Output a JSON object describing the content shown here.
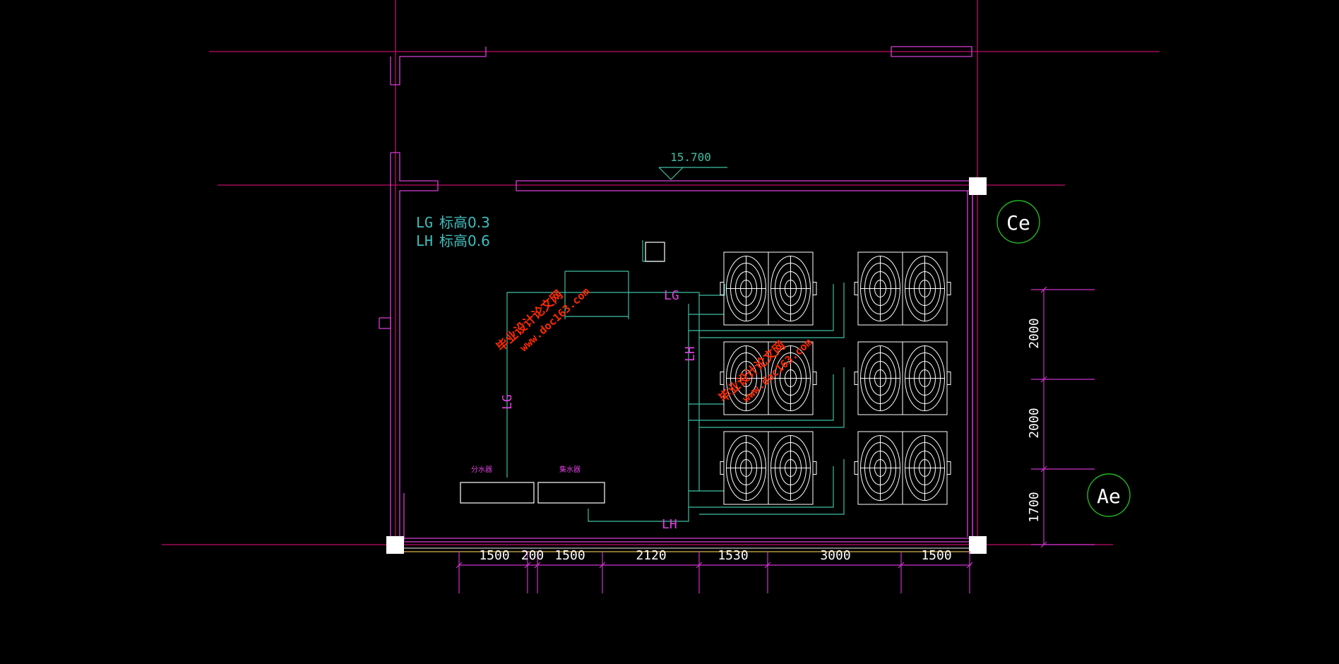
{
  "colors": {
    "background": "#000000",
    "axis": "#c00d6a",
    "wall": "#d63fd6",
    "wall_alt": "#ff3cff",
    "pipe": "#3fbfa3",
    "pipe_label": "#e03fe0",
    "equipment": "#ffffff",
    "legend_text": "#3fbfbf",
    "dim_line": "#cc33cc",
    "dim_text": "#ffffff",
    "grid_bubble": "#22b522",
    "grid_bubble_text": "#ffffff",
    "watermark": "#ff2a00",
    "column": "#ffffff"
  },
  "elevation_marker": {
    "value": "15.700"
  },
  "legend": [
    {
      "code": "LG",
      "text": "标高0.3"
    },
    {
      "code": "LH",
      "text": "标高0.6"
    }
  ],
  "pipe_labels": {
    "lg_upper": "LG",
    "lg_vertical": "LG",
    "lh_vertical": "LH",
    "lh_lower": "LH"
  },
  "equipment_labels": {
    "supply_header": "分水器",
    "return_header": "集水器"
  },
  "grid_axes": [
    {
      "id": "Ce",
      "label": "Ce"
    },
    {
      "id": "Ae",
      "label": "Ae"
    }
  ],
  "horizontal_dimensions": [
    "1500",
    "200",
    "1500",
    "2120",
    "1530",
    "3000",
    "1500"
  ],
  "vertical_dimensions": [
    "2000",
    "2000",
    "1700"
  ],
  "watermarks": [
    {
      "line1": "毕业设计论文网",
      "line2": "www.doc163.com"
    },
    {
      "line1": "毕业设计论文网",
      "line2": "www.doc163.com"
    }
  ],
  "unit_grid": {
    "columns": 2,
    "rows": 3,
    "fans_per_unit": 2
  }
}
